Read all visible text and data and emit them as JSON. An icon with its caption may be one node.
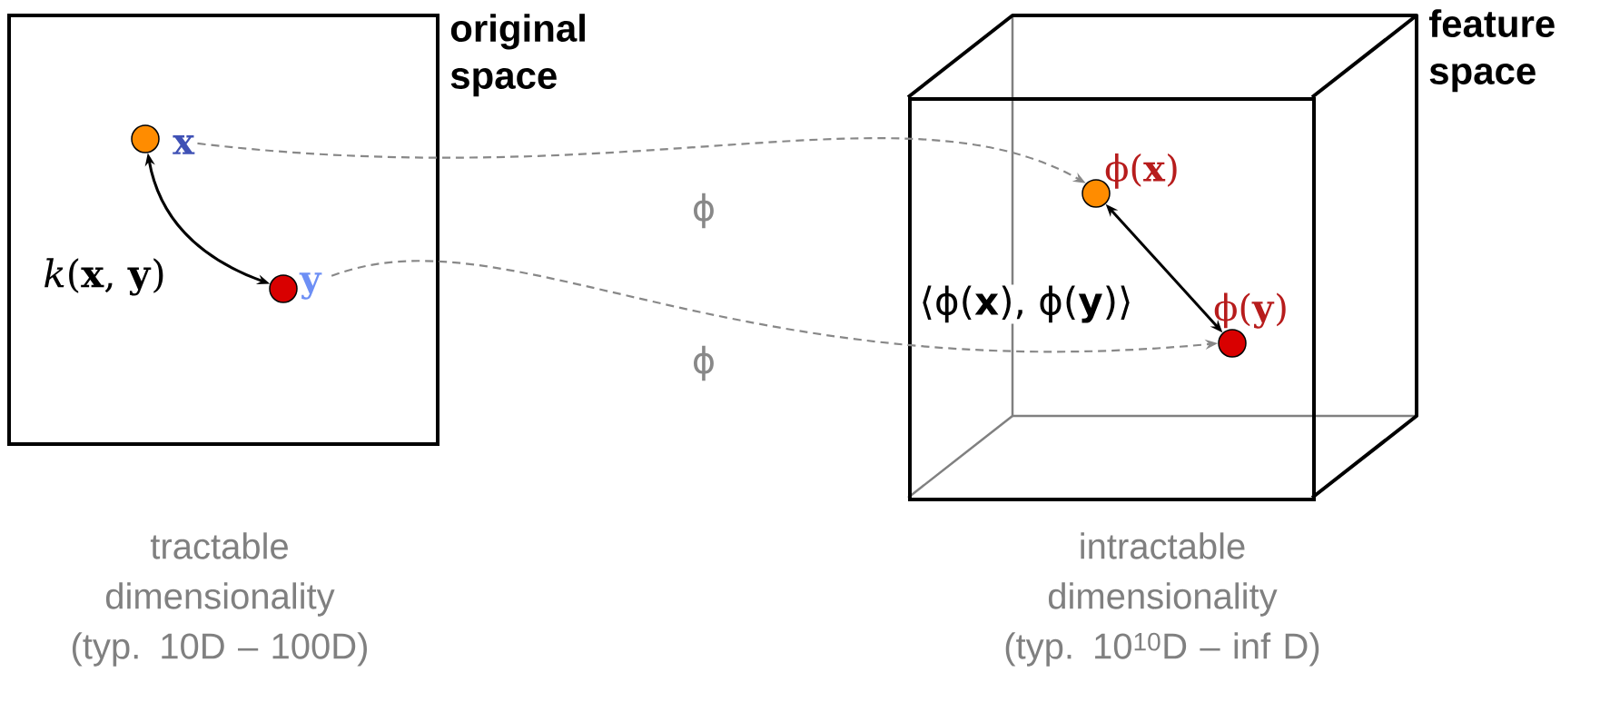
{
  "diagram": {
    "nodes": [
      {
        "text": [
          "original space"
        ]
      },
      {
        "text": [],
        "shape": "circle",
        "in": 0,
        "beside": [
          "**x**"
        ]
      },
      {
        "text": [],
        "shape": "circle",
        "in": 0,
        "beside": [
          "**y**"
        ]
      },
      {
        "text": [
          "feature space"
        ]
      },
      {
        "text": [],
        "shape": "circle",
        "in": 3,
        "beside": [
          "ϕ(**x**)"
        ]
      },
      {
        "text": [],
        "shape": "circle",
        "in": 3,
        "beside": [
          "ϕ(**y**)"
        ]
      }
    ],
    "edges": [
      {
        "from": 1,
        "to": 2,
        "arrow": "both"
      },
      {
        "from": 1,
        "to": 4,
        "arrow": "to",
        "label": "ϕ",
        "style": "dashed",
        "color": "#888888"
      },
      {
        "from": 2,
        "to": 5,
        "arrow": "to",
        "label": "ϕ",
        "style": "dashed",
        "color": "#888888"
      },
      {
        "from": 4,
        "to": 5,
        "arrow": "both"
      }
    ],
    "labels": [
      "*k*(**x**, **y**)",
      "⟨ϕ(**x**), ϕ(**y**)⟩",
      "tractable dimensionality (typ. 10D – 100D)",
      "intractable dimensionality (typ. 10$^{10}$D – inf D)"
    ]
  }
}
